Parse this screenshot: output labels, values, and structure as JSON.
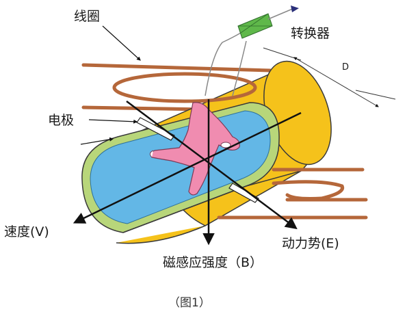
{
  "labels": {
    "coil": "线圈",
    "converter": "转换器",
    "electrode": "电极",
    "diameter": "D",
    "velocity": "速度(V)",
    "emf": "动力势(E)",
    "field": "磁感应强度（B）"
  },
  "caption": "（图1）",
  "colors": {
    "pipe_outer": "#f5c21b",
    "pipe_inner": "#63b7e6",
    "pipe_lining": "#b8d67a",
    "coil": "#b5673a",
    "hand": "#f08cb0",
    "converter": "#5fb84a",
    "arrow_head": "#2a2f7a",
    "axis": "#111111"
  },
  "icons": [
    "hand-icon",
    "converter-icon"
  ]
}
